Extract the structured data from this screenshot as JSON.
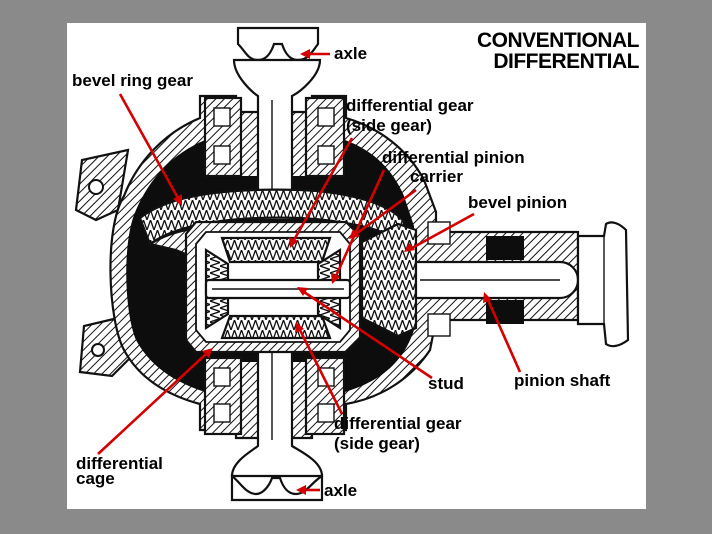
{
  "title": {
    "line1": "CONVENTIONAL",
    "line2": "DIFFERENTIAL"
  },
  "labels": {
    "axle_top": "axle",
    "axle_bottom": "axle",
    "bevel_ring_gear": "bevel ring gear",
    "differential_gear_top_line1": "differential gear",
    "differential_gear_top_line2": "(side gear)",
    "differential_pinion": "differential pinion",
    "carrier": "carrier",
    "bevel_pinion": "bevel pinion",
    "stud": "stud",
    "pinion_shaft": "pinion shaft",
    "differential_gear_bottom_line1": "differential gear",
    "differential_gear_bottom_line2": "(side gear)",
    "differential_cage_line1": "differential",
    "differential_cage_line2": "cage"
  },
  "colors": {
    "background": "#8a8a8a",
    "panel": "#ffffff",
    "leader": "#d40000",
    "ink": "#111111",
    "housing_fill": "#0d0d0d"
  }
}
